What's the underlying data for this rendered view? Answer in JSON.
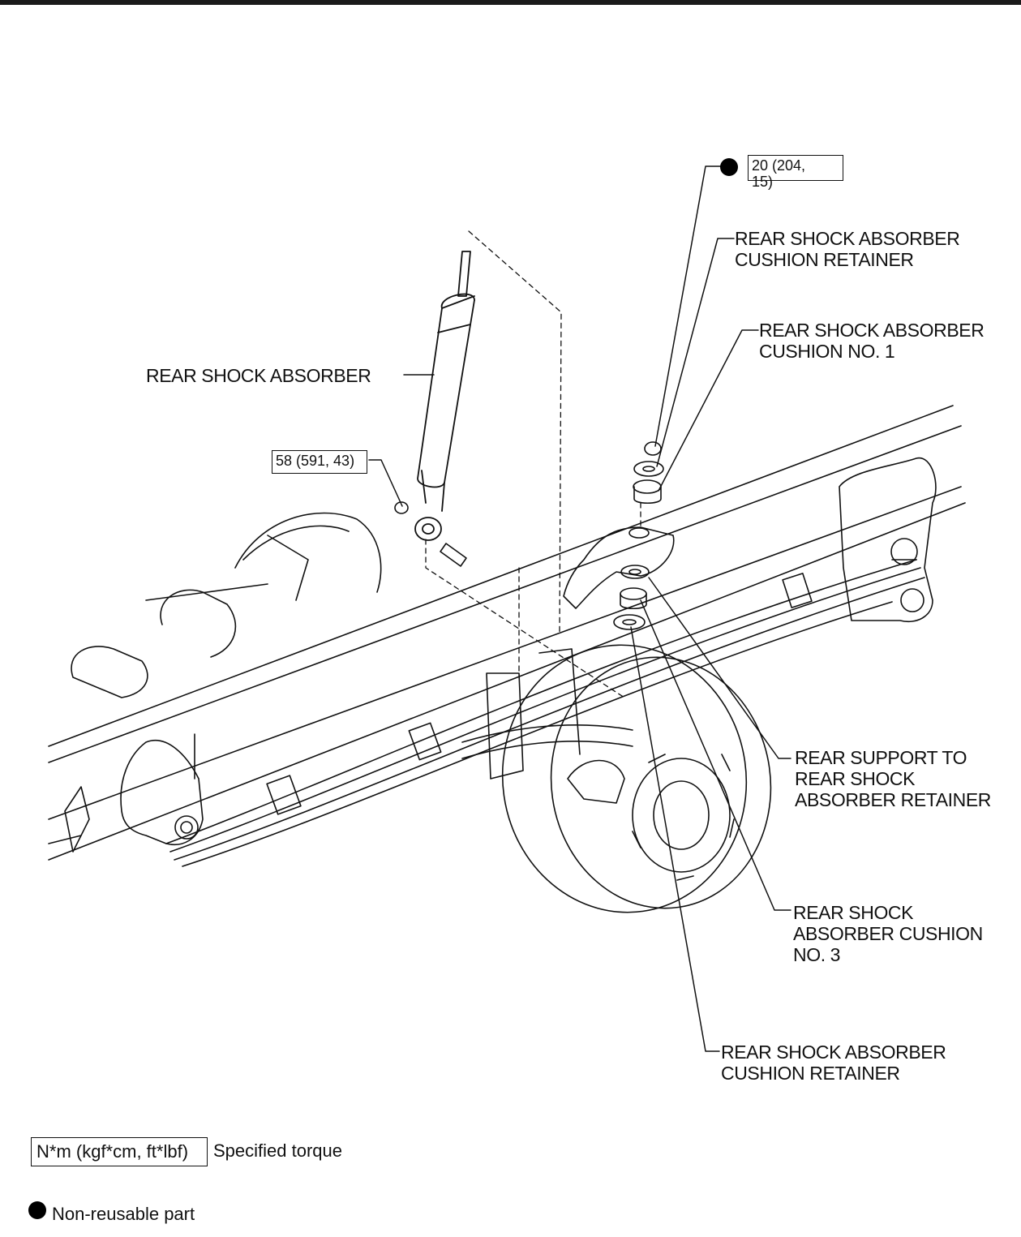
{
  "labels": {
    "shock_absorber": "REAR SHOCK ABSORBER",
    "cushion_retainer_top": "REAR SHOCK ABSORBER\nCUSHION RETAINER",
    "cushion_no1": "REAR SHOCK ABSORBER\nCUSHION NO. 1",
    "support_retainer": "REAR SUPPORT TO\nREAR SHOCK\nABSORBER RETAINER",
    "cushion_no3": "REAR SHOCK\nABSORBER CUSHION\nNO. 3",
    "cushion_retainer_bottom": "REAR SHOCK ABSORBER\nCUSHION RETAINER"
  },
  "torques": {
    "upper_nut": "20 (204,\n15)",
    "lower_bolt": "58 (591, 43)"
  },
  "legend": {
    "torque_unit": "N*m (kgf*cm, ft*lbf)",
    "torque_desc": "Specified torque",
    "nonreusable_desc": "Non-reusable part"
  },
  "colors": {
    "line": "#111111",
    "background": "#ffffff"
  }
}
